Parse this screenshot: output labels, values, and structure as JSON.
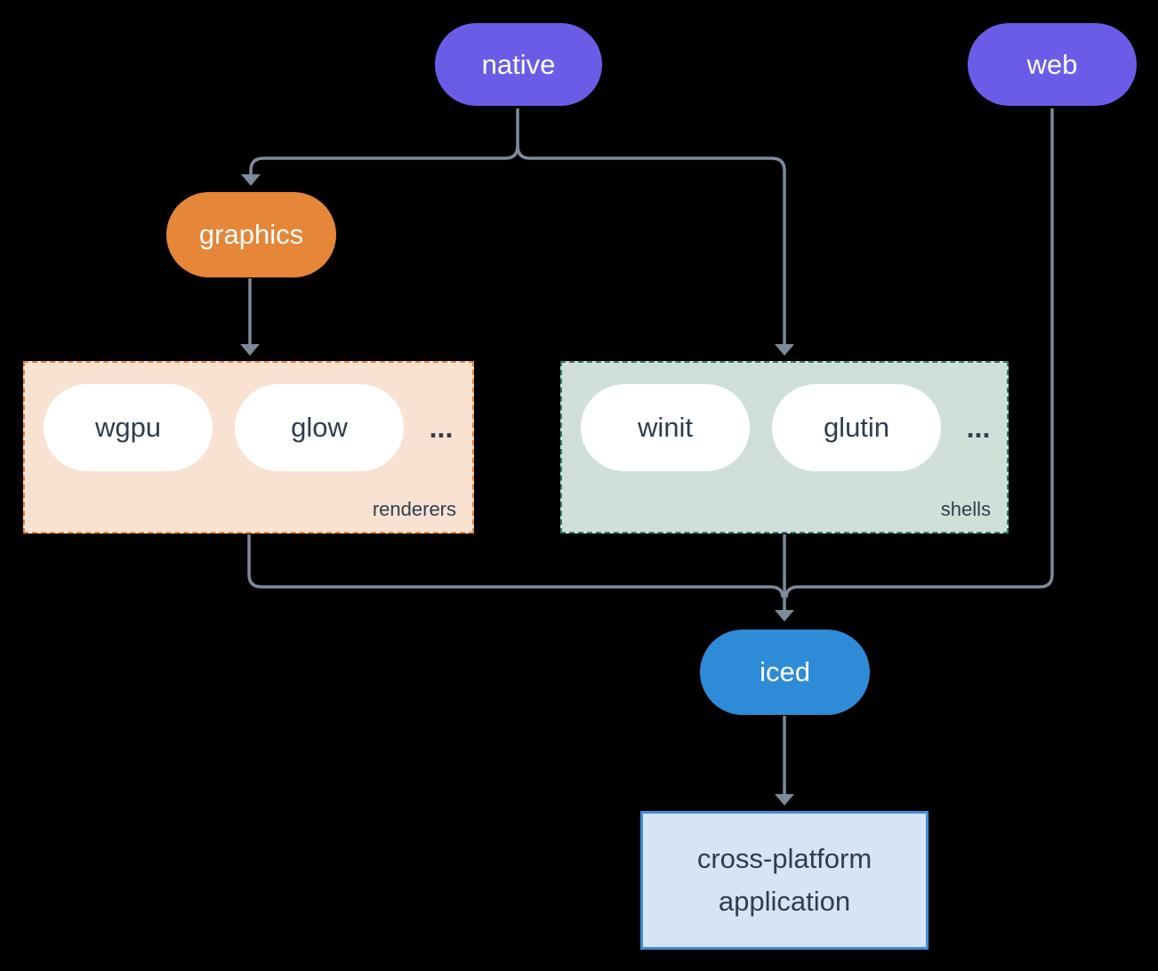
{
  "canvas": {
    "background": "#000000",
    "connector_color": "#7c8a99",
    "text_color": "#2d3e4f"
  },
  "nodes": {
    "native": {
      "label": "native",
      "color": "#6b5ce8"
    },
    "web": {
      "label": "web",
      "color": "#6b5ce8"
    },
    "graphics": {
      "label": "graphics",
      "color": "#e58638"
    },
    "iced": {
      "label": "iced",
      "color": "#2e8bd8"
    },
    "application": {
      "line1": "cross-platform",
      "line2": "application",
      "background": "#d6e5f5",
      "border": "#3e8ed8"
    }
  },
  "groups": {
    "renderers": {
      "label": "renderers",
      "items": [
        "wgpu",
        "glow"
      ],
      "ellipsis": "...",
      "background": "#f9e2d2",
      "border": "#e58638"
    },
    "shells": {
      "label": "shells",
      "items": [
        "winit",
        "glutin"
      ],
      "ellipsis": "...",
      "background": "#d0e0d9",
      "border": "#2e7d6e"
    }
  }
}
